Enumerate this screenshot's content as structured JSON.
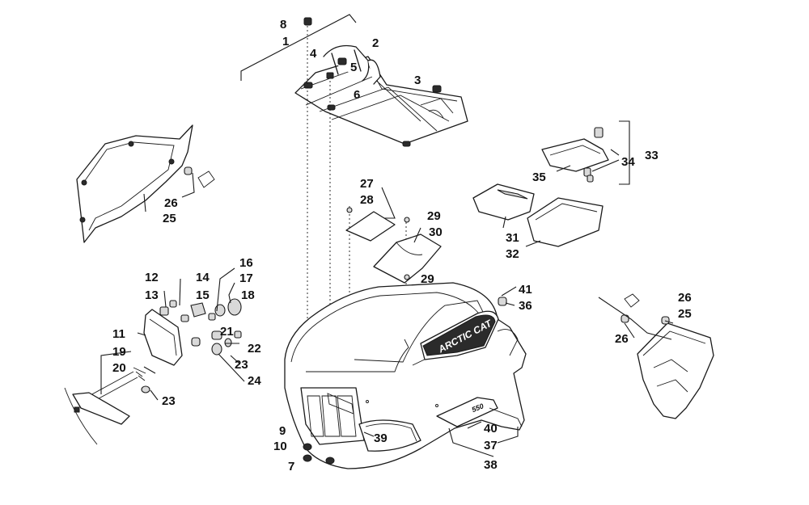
{
  "diagram": {
    "callouts": [
      "1",
      "2",
      "3",
      "4",
      "5",
      "6",
      "7",
      "8",
      "9",
      "10",
      "11",
      "12",
      "13",
      "14",
      "15",
      "16",
      "17",
      "18",
      "19",
      "20",
      "21",
      "22",
      "23",
      "24",
      "25",
      "26",
      "27",
      "28",
      "29",
      "30",
      "31",
      "32",
      "33",
      "34",
      "35",
      "36",
      "37",
      "38",
      "39",
      "40",
      "41"
    ],
    "logo_text": "ARCTIC CAT",
    "badge_text": "550"
  }
}
